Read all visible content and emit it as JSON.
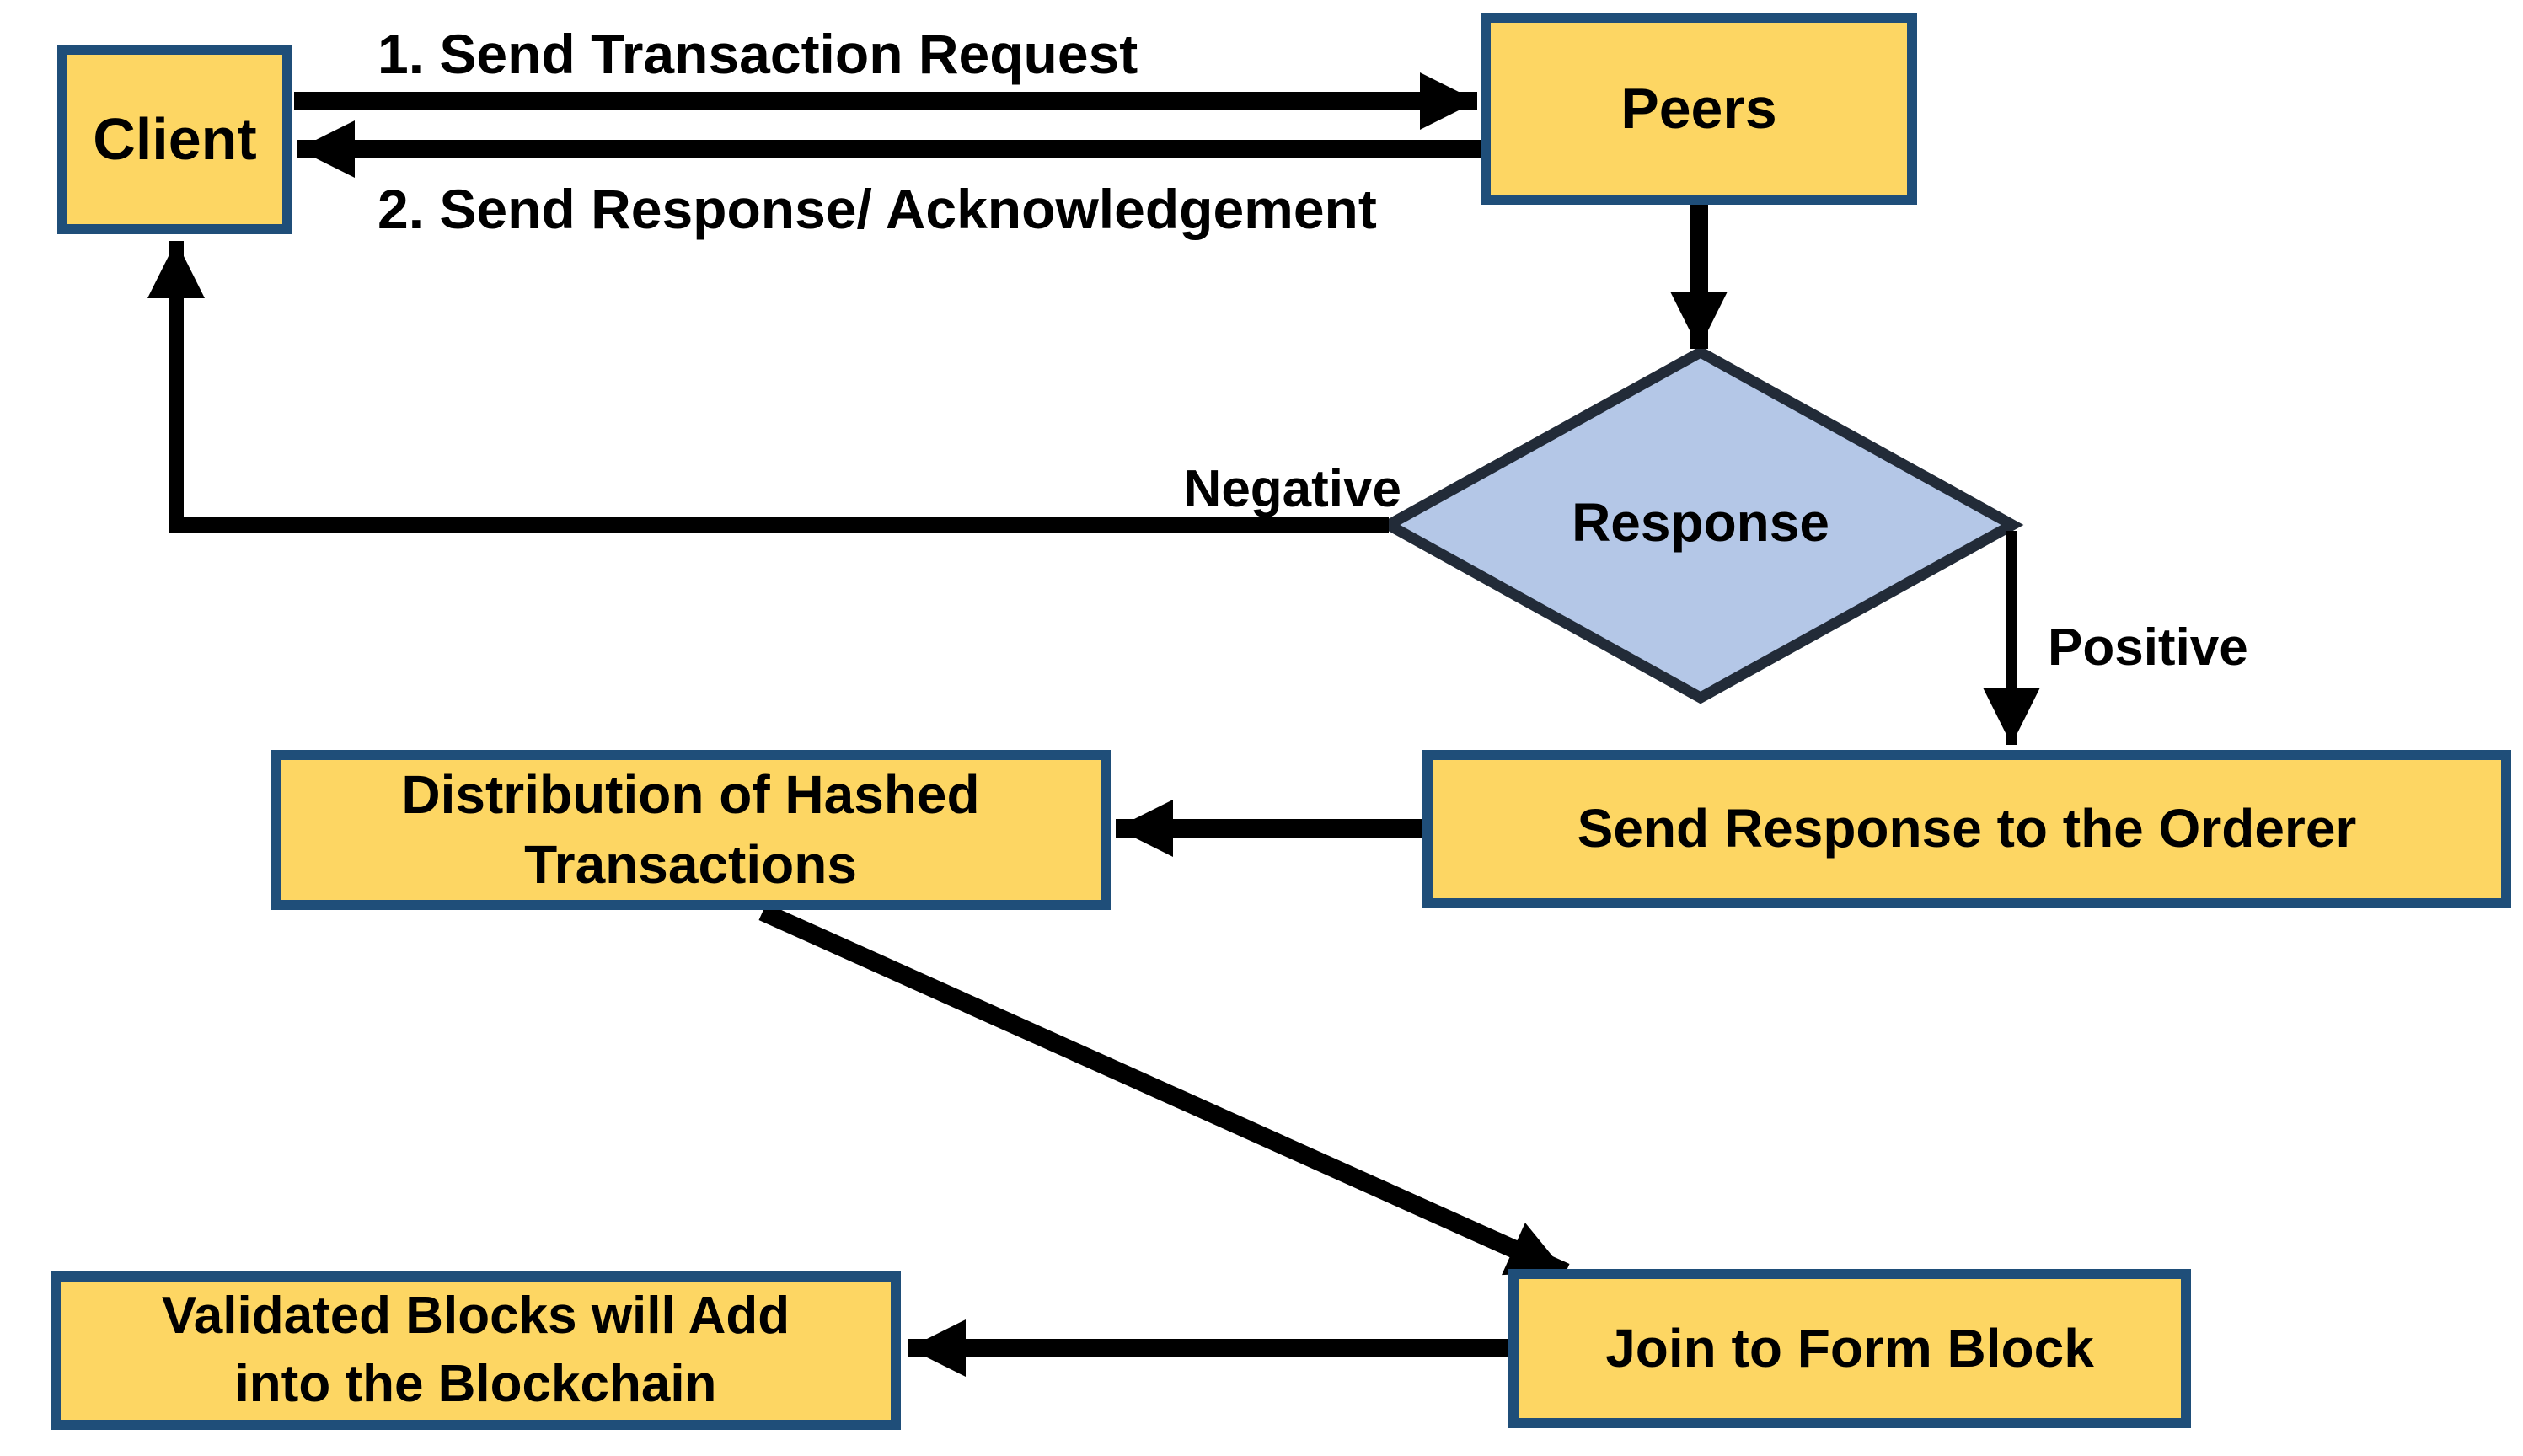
{
  "diagram": {
    "type": "flowchart",
    "nodes": {
      "client": {
        "label": "Client"
      },
      "peers": {
        "label": "Peers"
      },
      "response": {
        "label": "Response"
      },
      "orderer": {
        "label": "Send Response to the Orderer"
      },
      "distribution": {
        "label": "Distribution of Hashed Transactions"
      },
      "join": {
        "label": "Join to Form Block"
      },
      "validated": {
        "label": "Validated Blocks will Add into the Blockchain"
      }
    },
    "edges": {
      "request": {
        "label": "1. Send Transaction Request",
        "from": "client",
        "to": "peers"
      },
      "ack": {
        "label": "2. Send Response/ Acknowledgement",
        "from": "peers",
        "to": "client"
      },
      "evaluate": {
        "label": "",
        "from": "peers",
        "to": "response"
      },
      "negative": {
        "label": "Negative",
        "from": "response",
        "to": "client"
      },
      "positive": {
        "label": "Positive",
        "from": "response",
        "to": "orderer"
      },
      "hash": {
        "label": "",
        "from": "orderer",
        "to": "distribution"
      },
      "form": {
        "label": "",
        "from": "distribution",
        "to": "join"
      },
      "validate": {
        "label": "",
        "from": "join",
        "to": "validated"
      }
    },
    "colors": {
      "process_fill": "#FDD663",
      "process_border": "#1F4E79",
      "decision_fill": "#B4C7E7",
      "decision_border": "#222B38",
      "arrow": "#000000",
      "background": "#FFFFFF"
    }
  }
}
